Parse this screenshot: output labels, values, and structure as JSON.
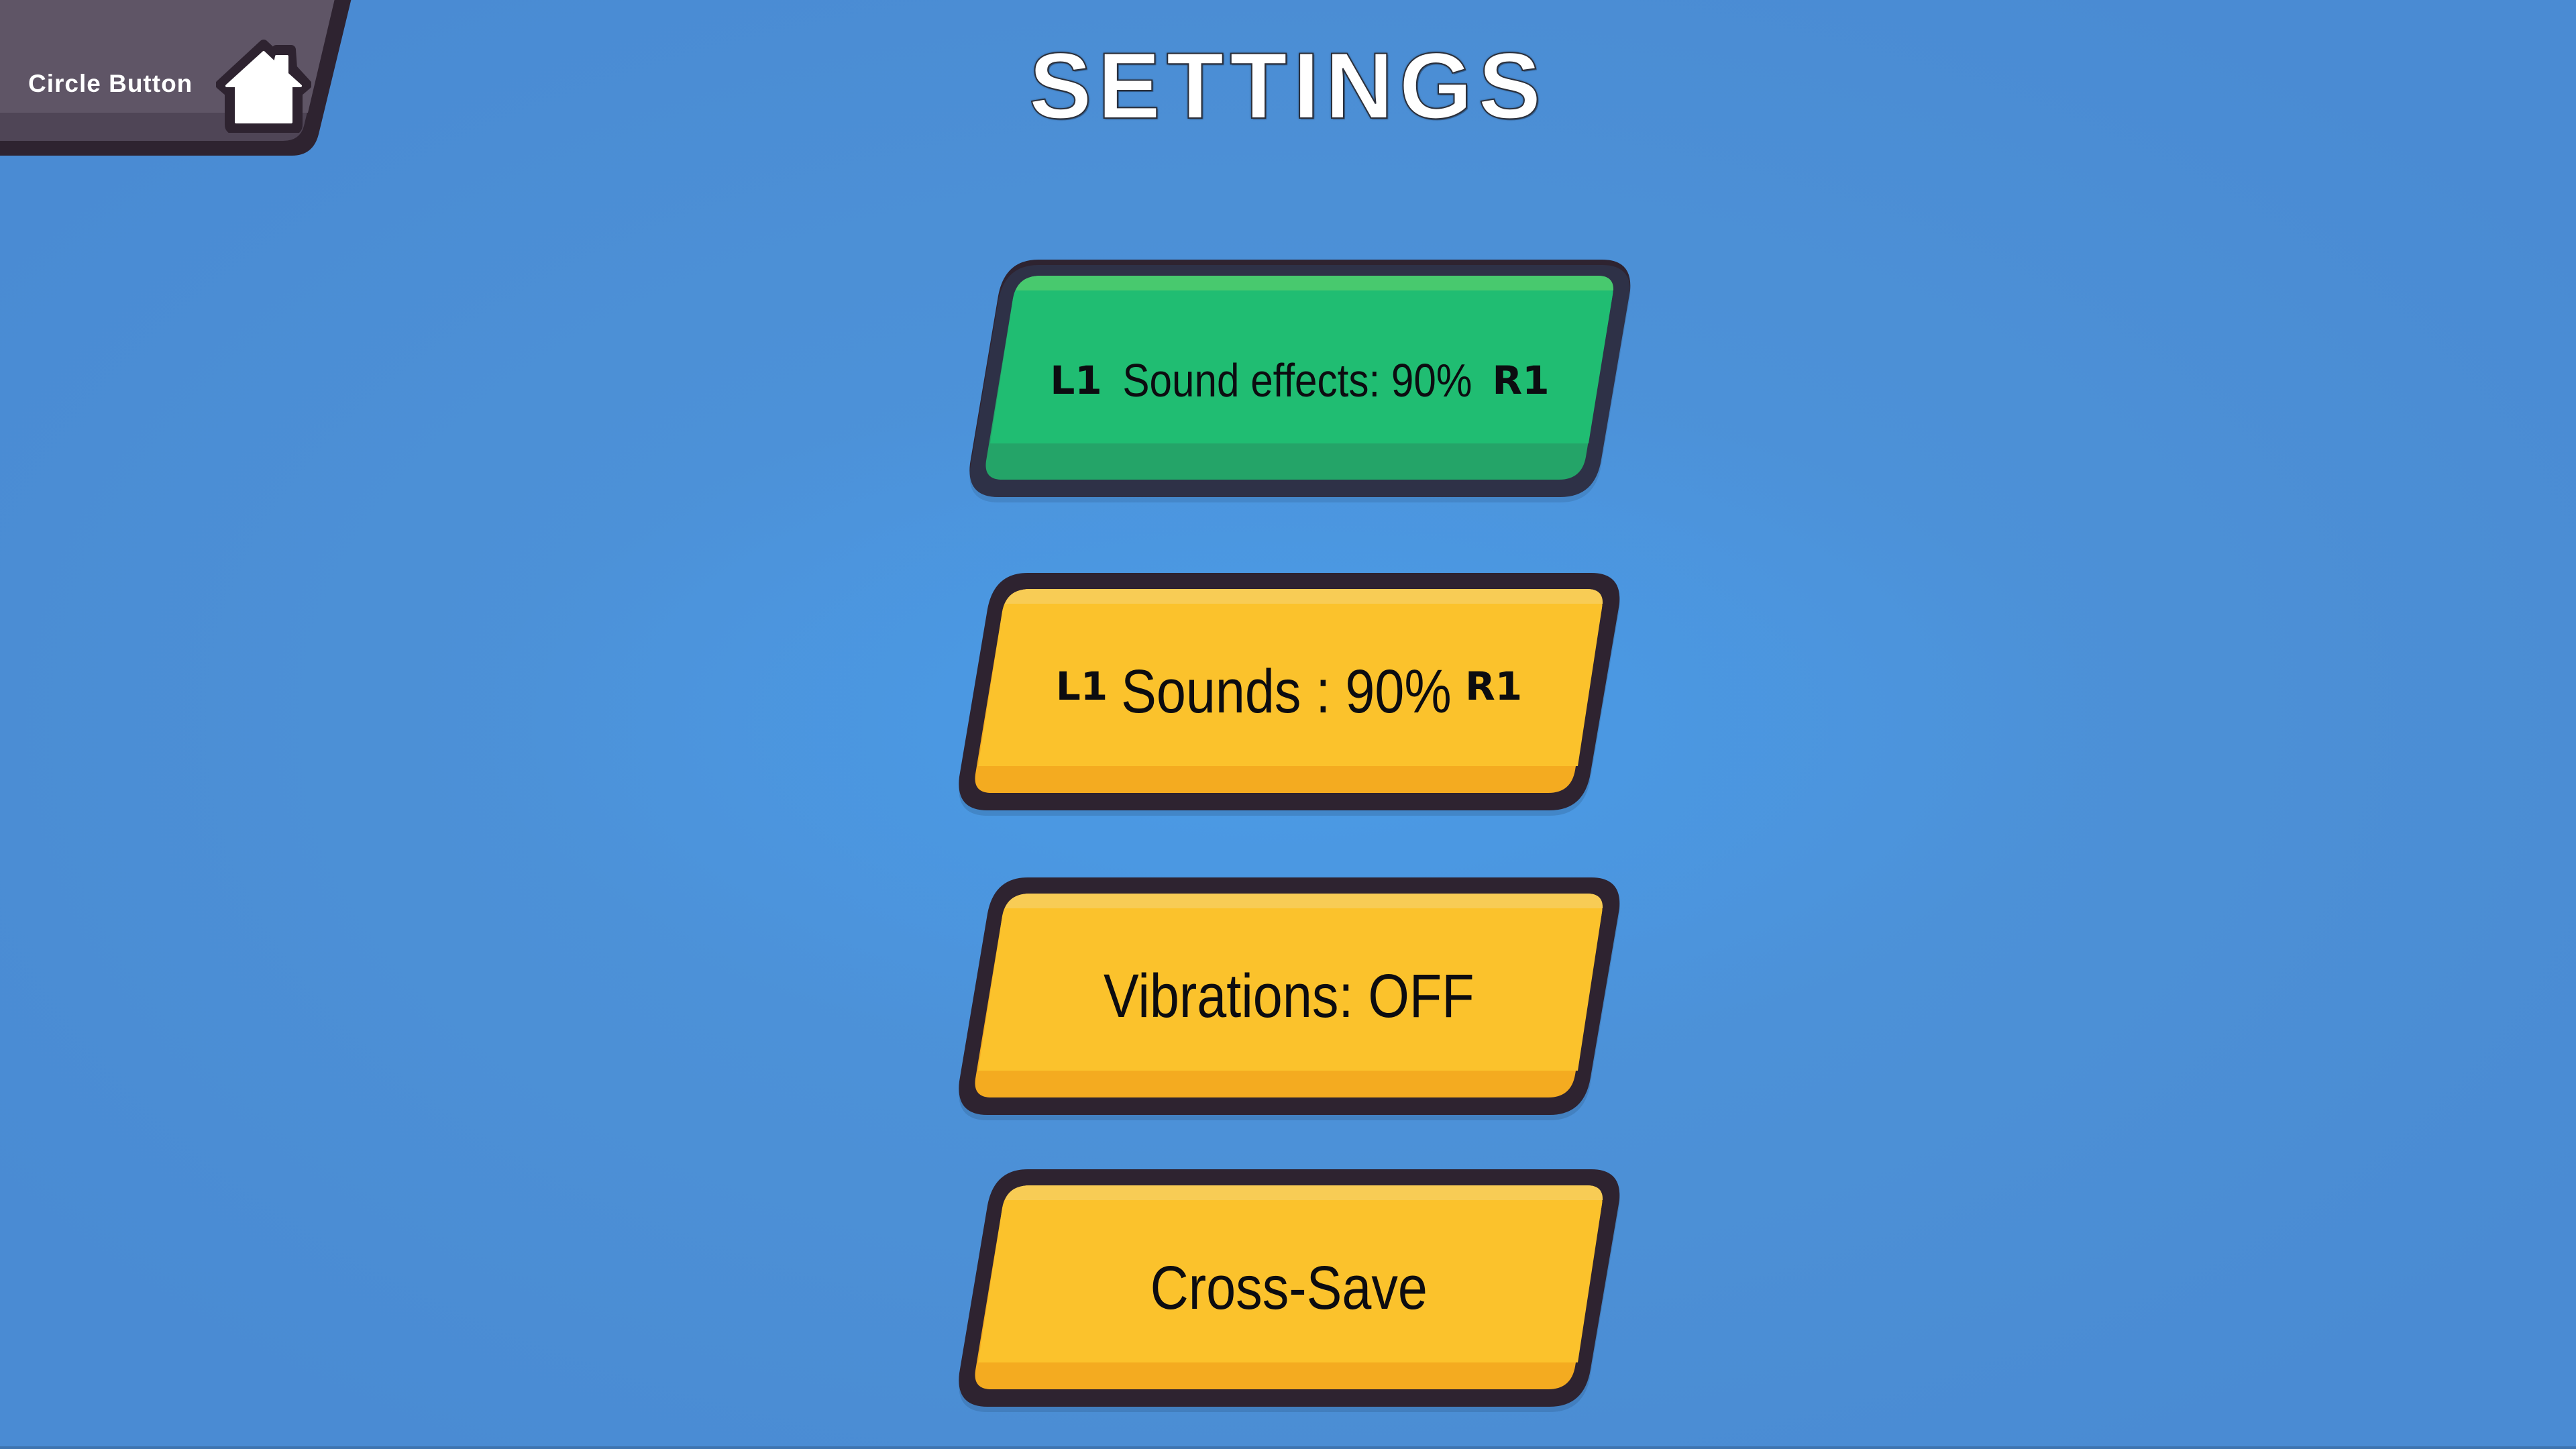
{
  "header": {
    "title": "SETTINGS",
    "back": {
      "label": "Circle Button",
      "icon": "home-icon"
    }
  },
  "colors": {
    "background": "#4b95de",
    "selected_button": "#20bd72",
    "button": "#fbc22c",
    "button_outline": "#2e2330",
    "panel": "#5f5566"
  },
  "menu": {
    "items": [
      {
        "label": "Sound effects: 90%",
        "left_hint": "L1",
        "right_hint": "R1",
        "selected": true
      },
      {
        "label": "Sounds : 90%",
        "left_hint": "L1",
        "right_hint": "R1",
        "selected": false
      },
      {
        "label": "Vibrations: OFF",
        "selected": false
      },
      {
        "label": "Cross-Save",
        "selected": false
      }
    ]
  }
}
